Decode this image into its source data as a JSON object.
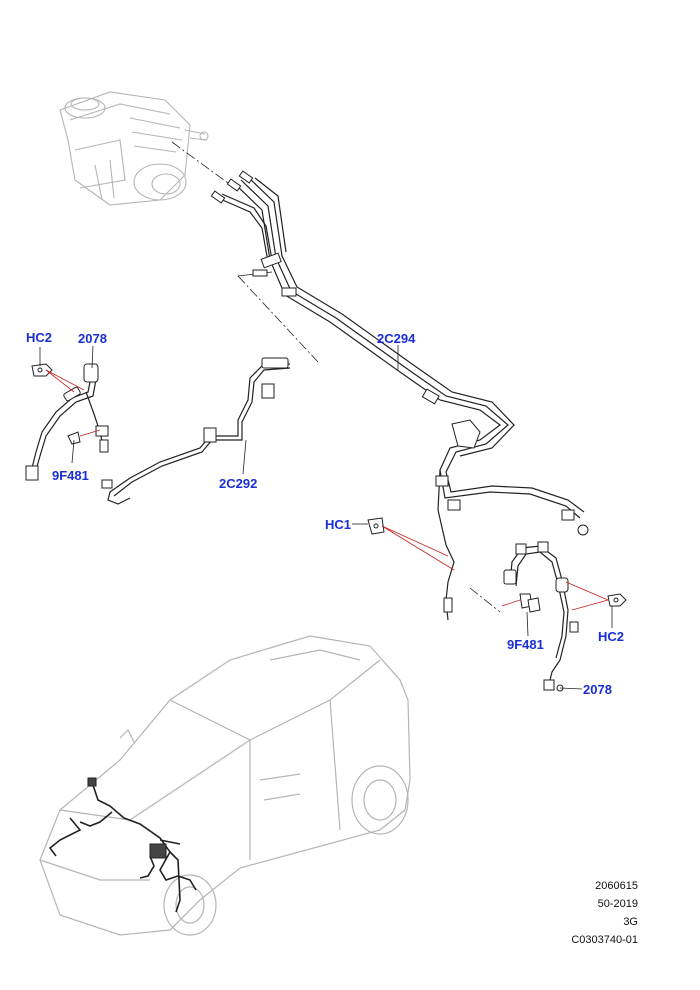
{
  "colors": {
    "callout_text": "#1a2fd6",
    "leader_red": "#c82020",
    "line_art": "#222222",
    "faint_art": "#b5b5b5"
  },
  "callouts": {
    "hc2_left": "HC2",
    "c2078_left": "2078",
    "c9f481_left": "9F481",
    "c2c292": "2C292",
    "c2c294": "2C294",
    "hc1": "HC1",
    "c9f481_right": "9F481",
    "hc2_right": "HC2",
    "c2078_right": "2078"
  },
  "info_block": {
    "line1": "2060615",
    "line2": "50-2019",
    "line3": "3G",
    "line4": "C0303740-01"
  }
}
